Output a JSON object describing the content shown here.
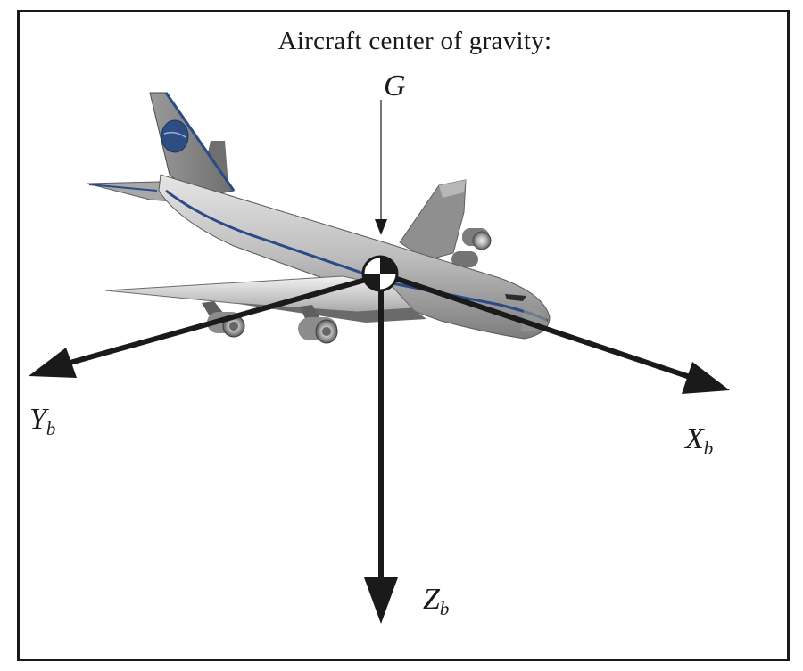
{
  "caption": "Aircraft center of gravity:",
  "cg_symbol": "G",
  "axes": {
    "x": {
      "letter": "X",
      "subscript": "b"
    },
    "y": {
      "letter": "Y",
      "subscript": "b"
    },
    "z": {
      "letter": "Z",
      "subscript": "b"
    }
  },
  "colors": {
    "ink": "#1a1a1a",
    "fuselage": "#c9c9c9",
    "fuselage_shadow": "#8d8d8d",
    "stripe": "#2a4b86",
    "tail_logo": "#2e4d82"
  }
}
